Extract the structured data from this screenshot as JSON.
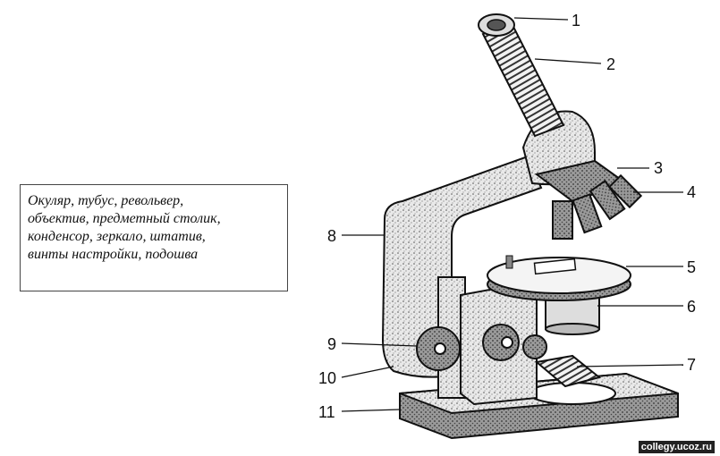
{
  "legend": {
    "lines": [
      "Окуляр, тубус, револьвер,",
      "объектив, предметный столик,",
      "конденсор, зеркало, штатив,",
      "винты настройки, подошва"
    ]
  },
  "callouts": [
    "1",
    "2",
    "3",
    "4",
    "5",
    "6",
    "7",
    "8",
    "9",
    "10",
    "11"
  ],
  "watermark": "collegy.ucoz.ru"
}
